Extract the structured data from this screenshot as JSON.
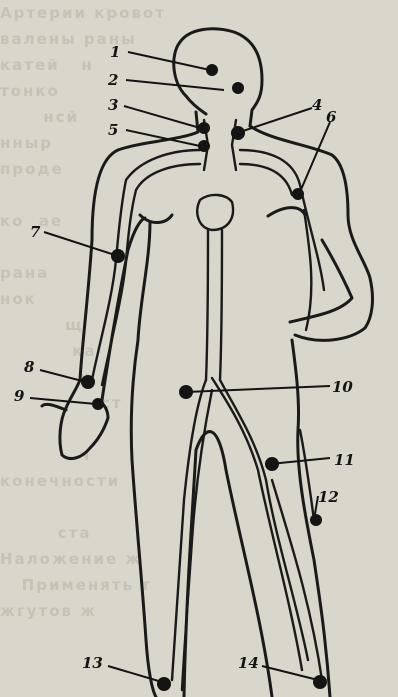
{
  "figure": {
    "labels": [
      {
        "id": 1,
        "text": "1"
      },
      {
        "id": 2,
        "text": "2"
      },
      {
        "id": 3,
        "text": "3"
      },
      {
        "id": 4,
        "text": "4"
      },
      {
        "id": 5,
        "text": "5"
      },
      {
        "id": 6,
        "text": "6"
      },
      {
        "id": 7,
        "text": "7"
      },
      {
        "id": 8,
        "text": "8"
      },
      {
        "id": 9,
        "text": "9"
      },
      {
        "id": 10,
        "text": "10"
      },
      {
        "id": 11,
        "text": "11"
      },
      {
        "id": 12,
        "text": "12"
      },
      {
        "id": 13,
        "text": "13"
      },
      {
        "id": 14,
        "text": "14"
      }
    ],
    "show_through_text": "Артерии кровот\nвалены раны\nкатей   н\nтонко   \n      нсй\nнныр\nпроде\n\nко  ае\n\nрана\nнок\n         щ\n          ка\n           ц\n              ст\n\n           ч\nконечности\n\n        ста\nНаложение ж\n   Применять т\nжгутов ж"
  }
}
